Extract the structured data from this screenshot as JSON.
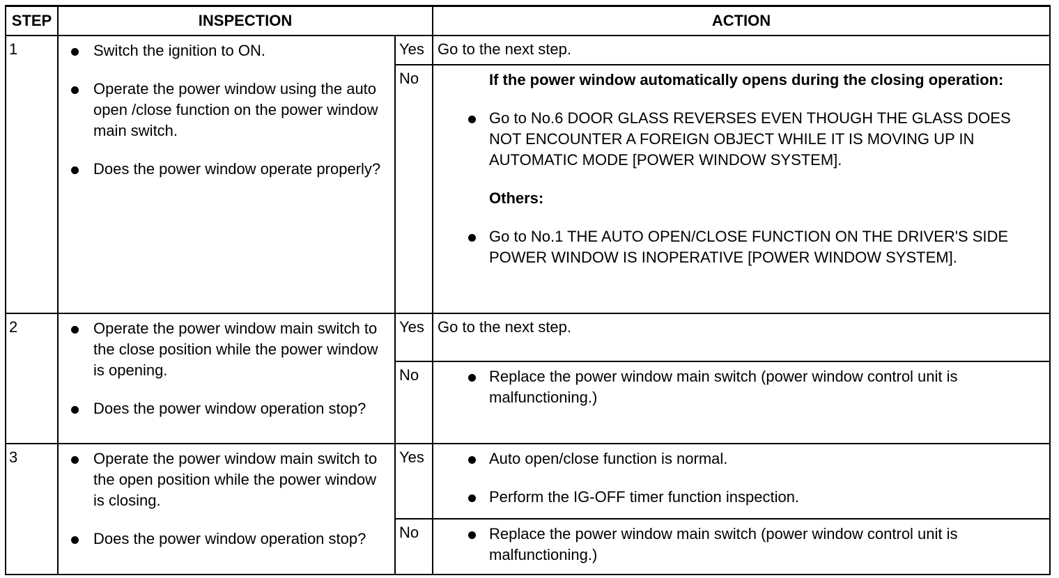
{
  "headers": {
    "step": "STEP",
    "inspection": "INSPECTION",
    "action": "ACTION"
  },
  "steps": [
    {
      "number": "1",
      "inspection": [
        "Switch the ignition to ON.",
        "Operate the power window using the auto open /close function on the power window main switch.",
        "Does the power window operate properly?"
      ],
      "yes_label": "Yes",
      "yes_action": "Go to the next step.",
      "no_label": "No",
      "no_heading_1": "If the power window automatically opens during the closing operation:",
      "no_bullet_1": "Go to No.6 DOOR GLASS REVERSES EVEN THOUGH THE GLASS DOES NOT ENCOUNTER A FOREIGN OBJECT WHILE IT IS MOVING UP IN AUTOMATIC MODE [POWER WINDOW SYSTEM].",
      "no_heading_2": "Others:",
      "no_bullet_2": "Go to No.1 THE AUTO OPEN/CLOSE FUNCTION ON THE DRIVER'S SIDE POWER WINDOW IS INOPERATIVE [POWER WINDOW SYSTEM]."
    },
    {
      "number": "2",
      "inspection": [
        "Operate the power window main switch to the close position while the power window is opening.",
        "Does the power window operation stop?"
      ],
      "yes_label": "Yes",
      "yes_action": "Go to the next step.",
      "no_label": "No",
      "no_bullet_1": "Replace the power window main switch (power window control unit is malfunctioning.)"
    },
    {
      "number": "3",
      "inspection": [
        "Operate the power window main switch to the open position while the power window is closing.",
        "Does the power window operation stop?"
      ],
      "yes_label": "Yes",
      "yes_bullets": [
        "Auto open/close function is normal.",
        "Perform the IG-OFF timer function inspection."
      ],
      "no_label": "No",
      "no_bullet_1": "Replace the power window main switch (power window control unit is malfunctioning.)"
    }
  ]
}
